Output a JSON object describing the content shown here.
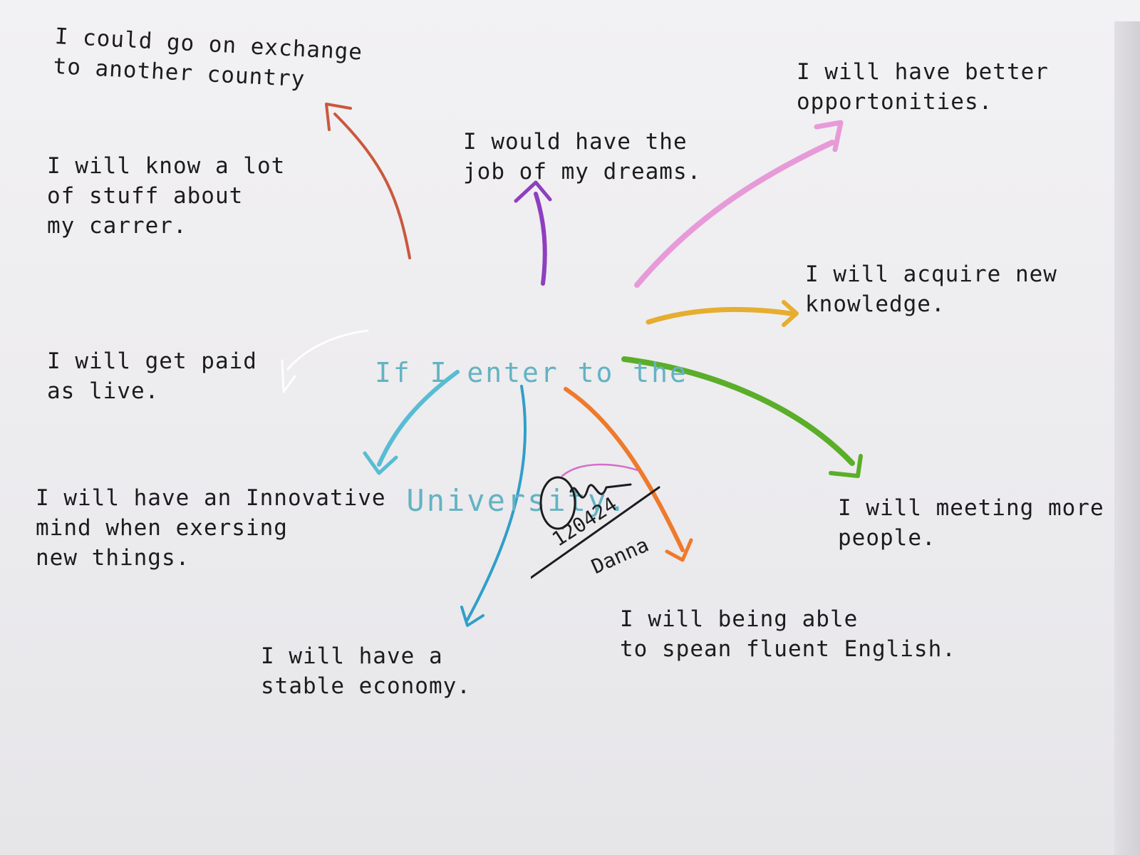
{
  "central_idea": {
    "line1": "If I enter to the",
    "line2": "University.",
    "color": "#63b3c2"
  },
  "notes": {
    "exchange": "I could go on exchange\nto another country",
    "know_career": "I will know a lot\nof stuff about\nmy carrer.",
    "paid": "I will get paid\nas live.",
    "innovative": "I will have an Innovative\nmind when exersing\nnew things.",
    "stable_economy": "I will have a\nstable economy.",
    "dream_job": "I would have the\njob of my dreams.",
    "opportunities": "I will have better\nopportonities.",
    "knowledge": "I will acquire new\nknowledge.",
    "meeting_people": "I will meeting more\npeople.",
    "english": "I will being able\nto spean fluent English."
  },
  "signature": {
    "date": "120424",
    "name": "Danna"
  },
  "arrow_colors": {
    "exchange": "#c9583e",
    "dream_job": "#8e3fbf",
    "opportunities": "#e79ad8",
    "knowledge": "#e6ad2e",
    "meeting_people": "#5aae28",
    "english": "#ee7a2c",
    "stable_economy": "#2f9fca",
    "innovative": "#58bcd3",
    "paid": "#ffffff"
  },
  "ink_color": "#1c1c1e"
}
